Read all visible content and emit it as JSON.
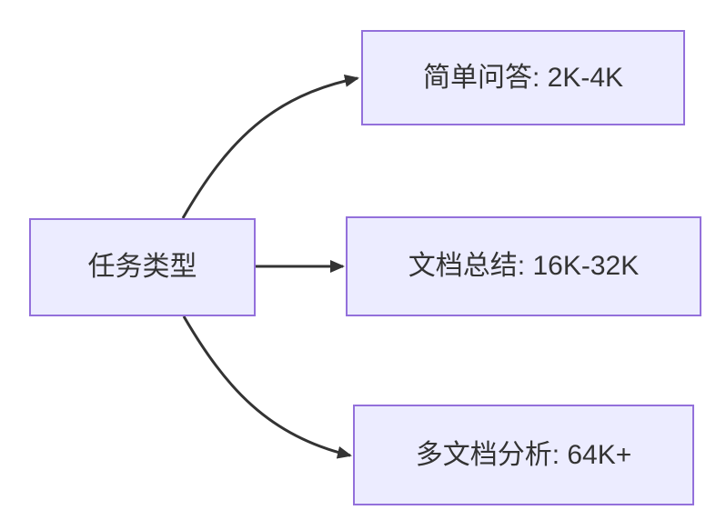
{
  "diagram": {
    "type": "flowchart",
    "direction": "left-to-right",
    "background_color": "#ffffff",
    "node_fill_color": "#ECECFF",
    "node_border_color": "#9370DB",
    "edge_color": "#333333",
    "text_color": "#333333",
    "nodes": [
      {
        "id": "root",
        "label": "任务类型"
      },
      {
        "id": "simple-qa",
        "label": "简单问答: 2K-4K"
      },
      {
        "id": "doc-sum",
        "label": "文档总结: 16K-32K"
      },
      {
        "id": "multi-doc",
        "label": "多文档分析: 64K+"
      }
    ],
    "edges": [
      {
        "from": "任务类型",
        "to": "简单问答: 2K-4K",
        "style": "arrow"
      },
      {
        "from": "任务类型",
        "to": "文档总结: 16K-32K",
        "style": "arrow"
      },
      {
        "from": "任务类型",
        "to": "多文档分析: 64K+",
        "style": "arrow"
      }
    ]
  }
}
